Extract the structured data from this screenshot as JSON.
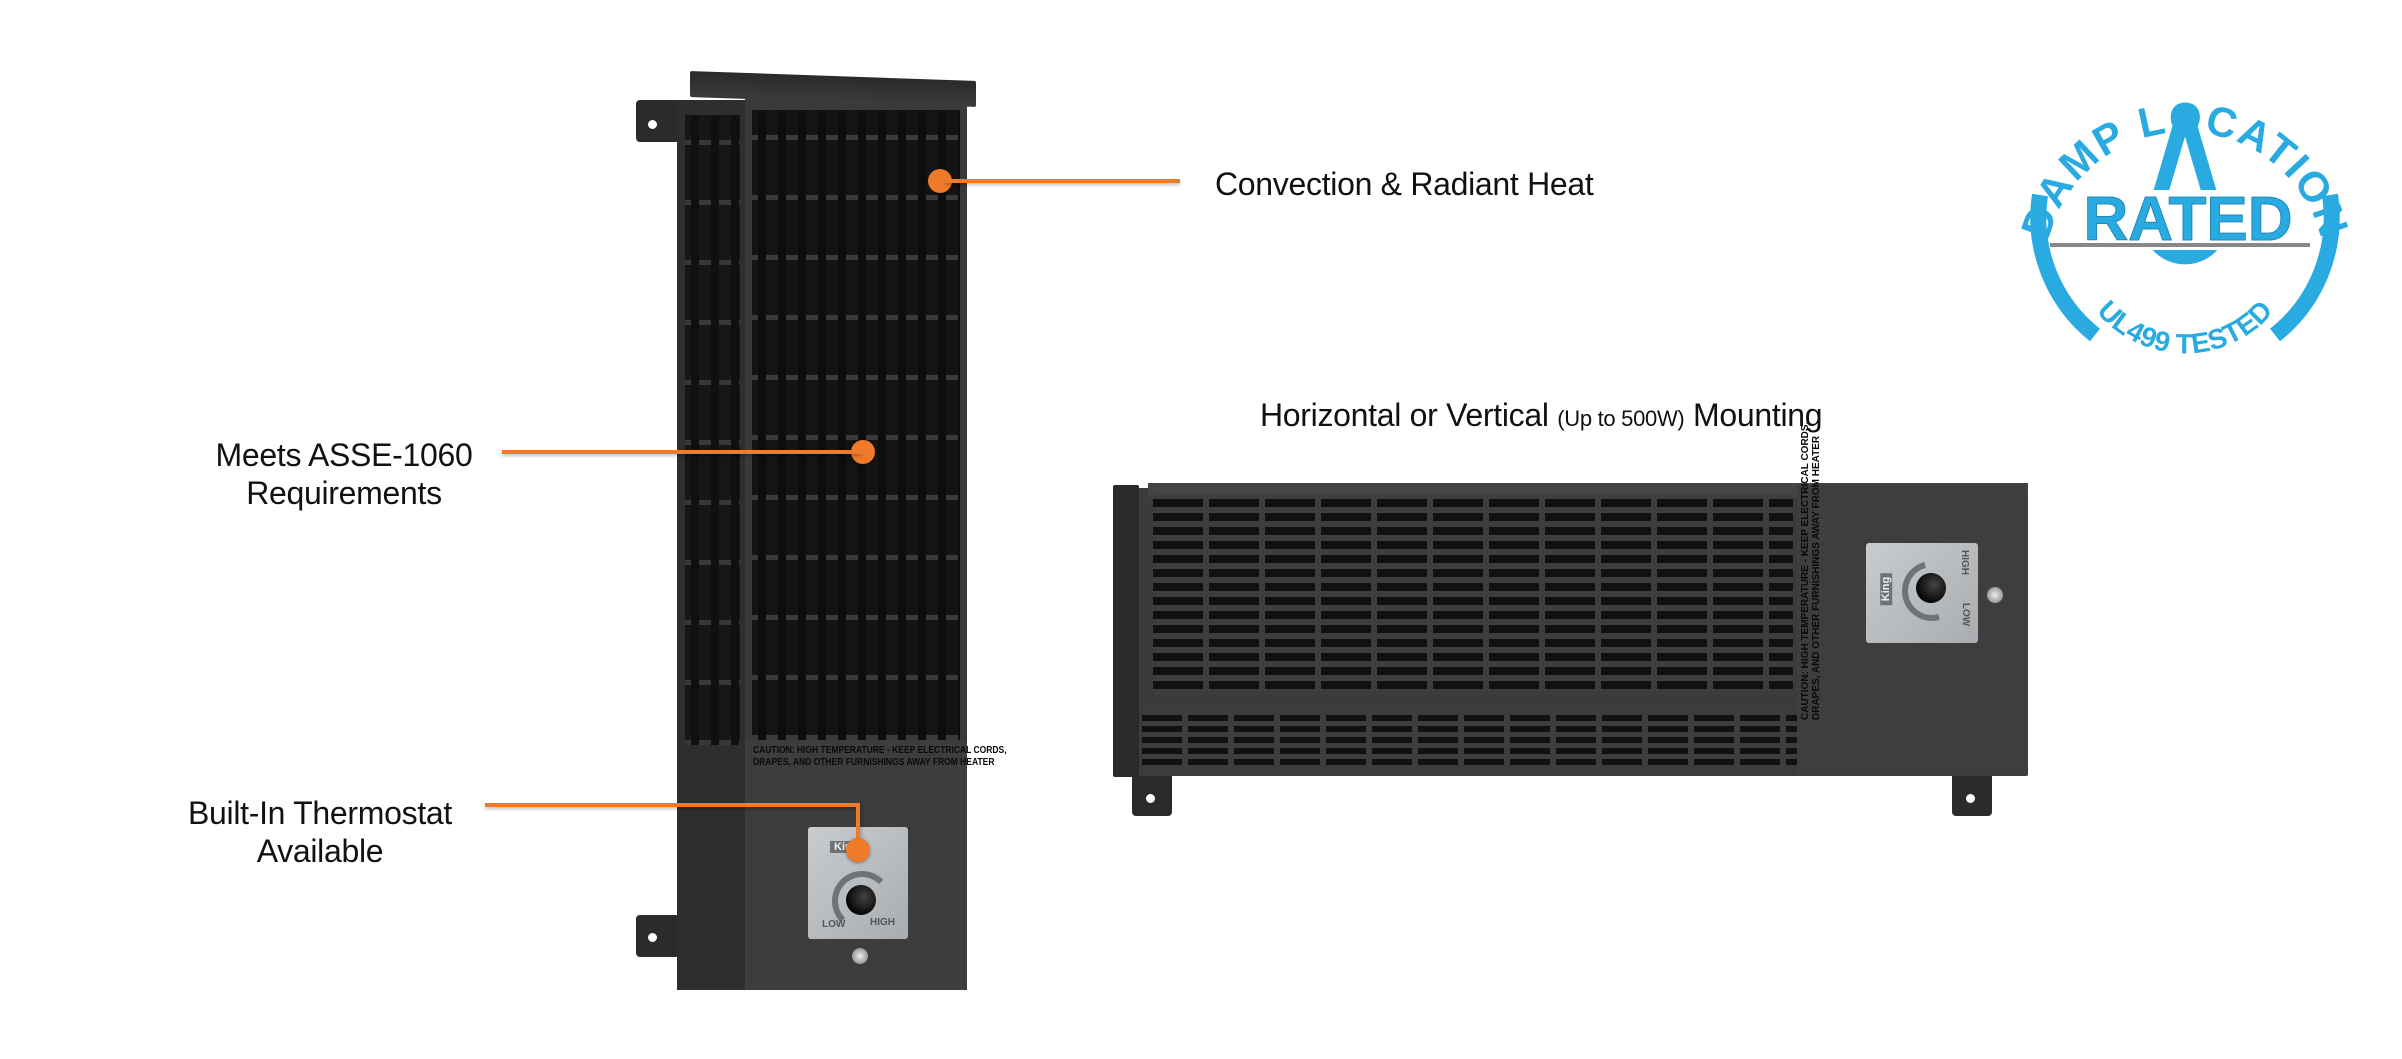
{
  "colors": {
    "accent": "#ef7a2a",
    "badge_blue": "#29abe2",
    "heater_body": "#3a3a3a",
    "control_plate": "#bfc2c4"
  },
  "callouts": {
    "convection": {
      "label": "Convection & Radiant Heat"
    },
    "asse": {
      "line1": "Meets ASSE-1060",
      "line2": "Requirements"
    },
    "thermostat": {
      "line1": "Built-In Thermostat",
      "line2": "Available"
    },
    "mounting": {
      "prefix": "Horizontal or Vertical",
      "note": "(Up to 500W)",
      "suffix": "Mounting"
    }
  },
  "heater_vertical": {
    "caution_line1": "CAUTION: HIGH TEMPERATURE - KEEP ELECTRICAL CORDS,",
    "caution_line2": "DRAPES, AND OTHER FURNISHINGS AWAY FROM HEATER",
    "dial_low": "LOW",
    "dial_high": "HIGH",
    "brand": "King"
  },
  "heater_horizontal": {
    "caution_line1": "CAUTION: HIGH TEMPERATURE - KEEP ELECTRICAL CORDS,",
    "caution_line2": "DRAPES, AND OTHER FURNISHINGS AWAY FROM HEATER",
    "dial_low": "LOW",
    "dial_high": "HIGH",
    "brand": "King"
  },
  "badge": {
    "top_text": "DAMP LOCATION",
    "center_text": "RATED",
    "bottom_text": "UL499 TESTED",
    "icon": "water-drop-icon"
  }
}
